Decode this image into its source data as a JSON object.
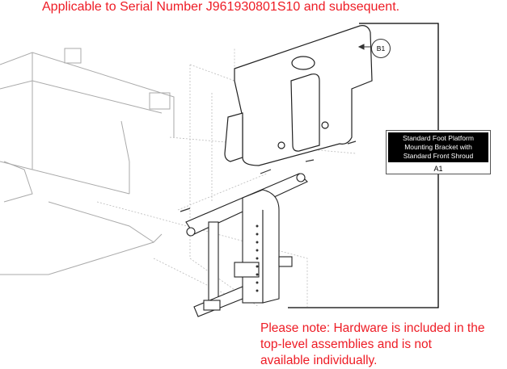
{
  "header": {
    "applicability": "Applicable to Serial Number J961930801S10 and subsequent."
  },
  "assembly_label": {
    "lines": [
      "Standard Foot Platform",
      "Mounting Bracket with",
      "Standard Front Shroud"
    ],
    "code": "A1"
  },
  "callouts": [
    {
      "id": "B1"
    }
  ],
  "footer": {
    "note_lines": [
      "Please note: Hardware is included in the",
      "top-level assemblies and is not",
      "available individually."
    ]
  },
  "colors": {
    "note_red": "#ee1c25"
  }
}
